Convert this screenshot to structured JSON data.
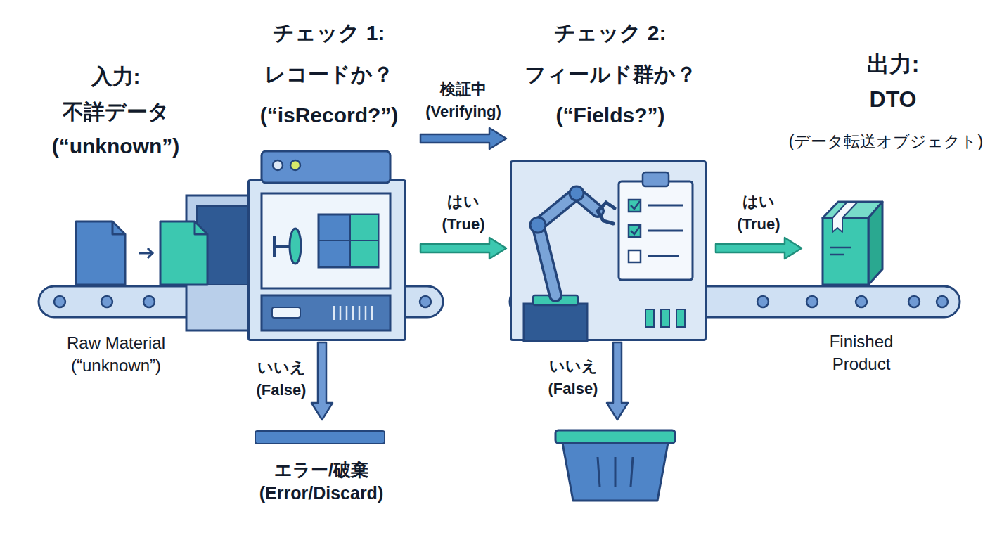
{
  "diagram": {
    "nodes": [
      {
        "text": [
          "入力: 不詳データ (“unknown”)",
          "Raw Material (“unknown”)"
        ]
      },
      {
        "text": [
          "チェック 1: レコードか？ (“isRecord?”)"
        ]
      },
      {
        "text": [
          "チェック 2: フィールド群か？ (“Fields?”)"
        ]
      },
      {
        "text": [
          "出力: DTO",
          "(データ転送オブジェクト)",
          "Finished Product"
        ]
      },
      {
        "text": [
          "エラー/破棄 (Error/Discard)"
        ]
      }
    ],
    "edges": [
      {
        "from": 1,
        "to": 2,
        "arrow": "to",
        "label": "検証中 (Verifying)"
      },
      {
        "from": 1,
        "to": 2,
        "arrow": "to",
        "label": "はい (True)"
      },
      {
        "from": 2,
        "to": 3,
        "arrow": "to",
        "label": "はい (True)"
      },
      {
        "from": 1,
        "to": 4,
        "arrow": "to",
        "label": "いいえ (False)"
      }
    ],
    "labels": [
      "いいえ (False)"
    ]
  }
}
